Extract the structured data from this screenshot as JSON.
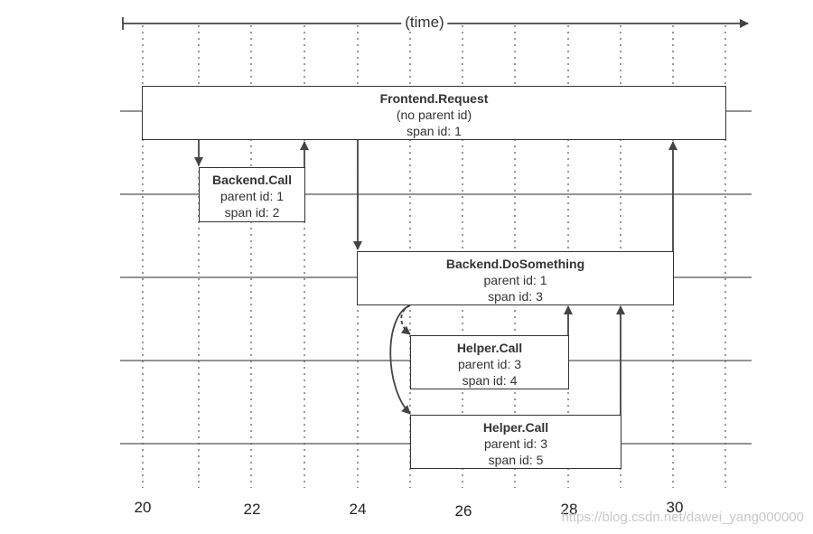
{
  "time_label": "(time)",
  "ticks": [
    "20",
    "22",
    "24",
    "26",
    "28",
    "30"
  ],
  "spans": [
    {
      "title": "Frontend.Request",
      "parent": "(no parent id)",
      "span": "span id: 1"
    },
    {
      "title": "Backend.Call",
      "parent": "parent id: 1",
      "span": "span id: 2"
    },
    {
      "title": "Backend.DoSomething",
      "parent": "parent id: 1",
      "span": "span id: 3"
    },
    {
      "title": "Helper.Call",
      "parent": "parent id: 3",
      "span": "span id: 4"
    },
    {
      "title": "Helper.Call",
      "parent": "parent id: 3",
      "span": "span id: 5"
    }
  ],
  "watermark": "https://blog.csdn.net/dawei_yang000000",
  "colors": {
    "line": "#444444",
    "text": "#333333"
  }
}
